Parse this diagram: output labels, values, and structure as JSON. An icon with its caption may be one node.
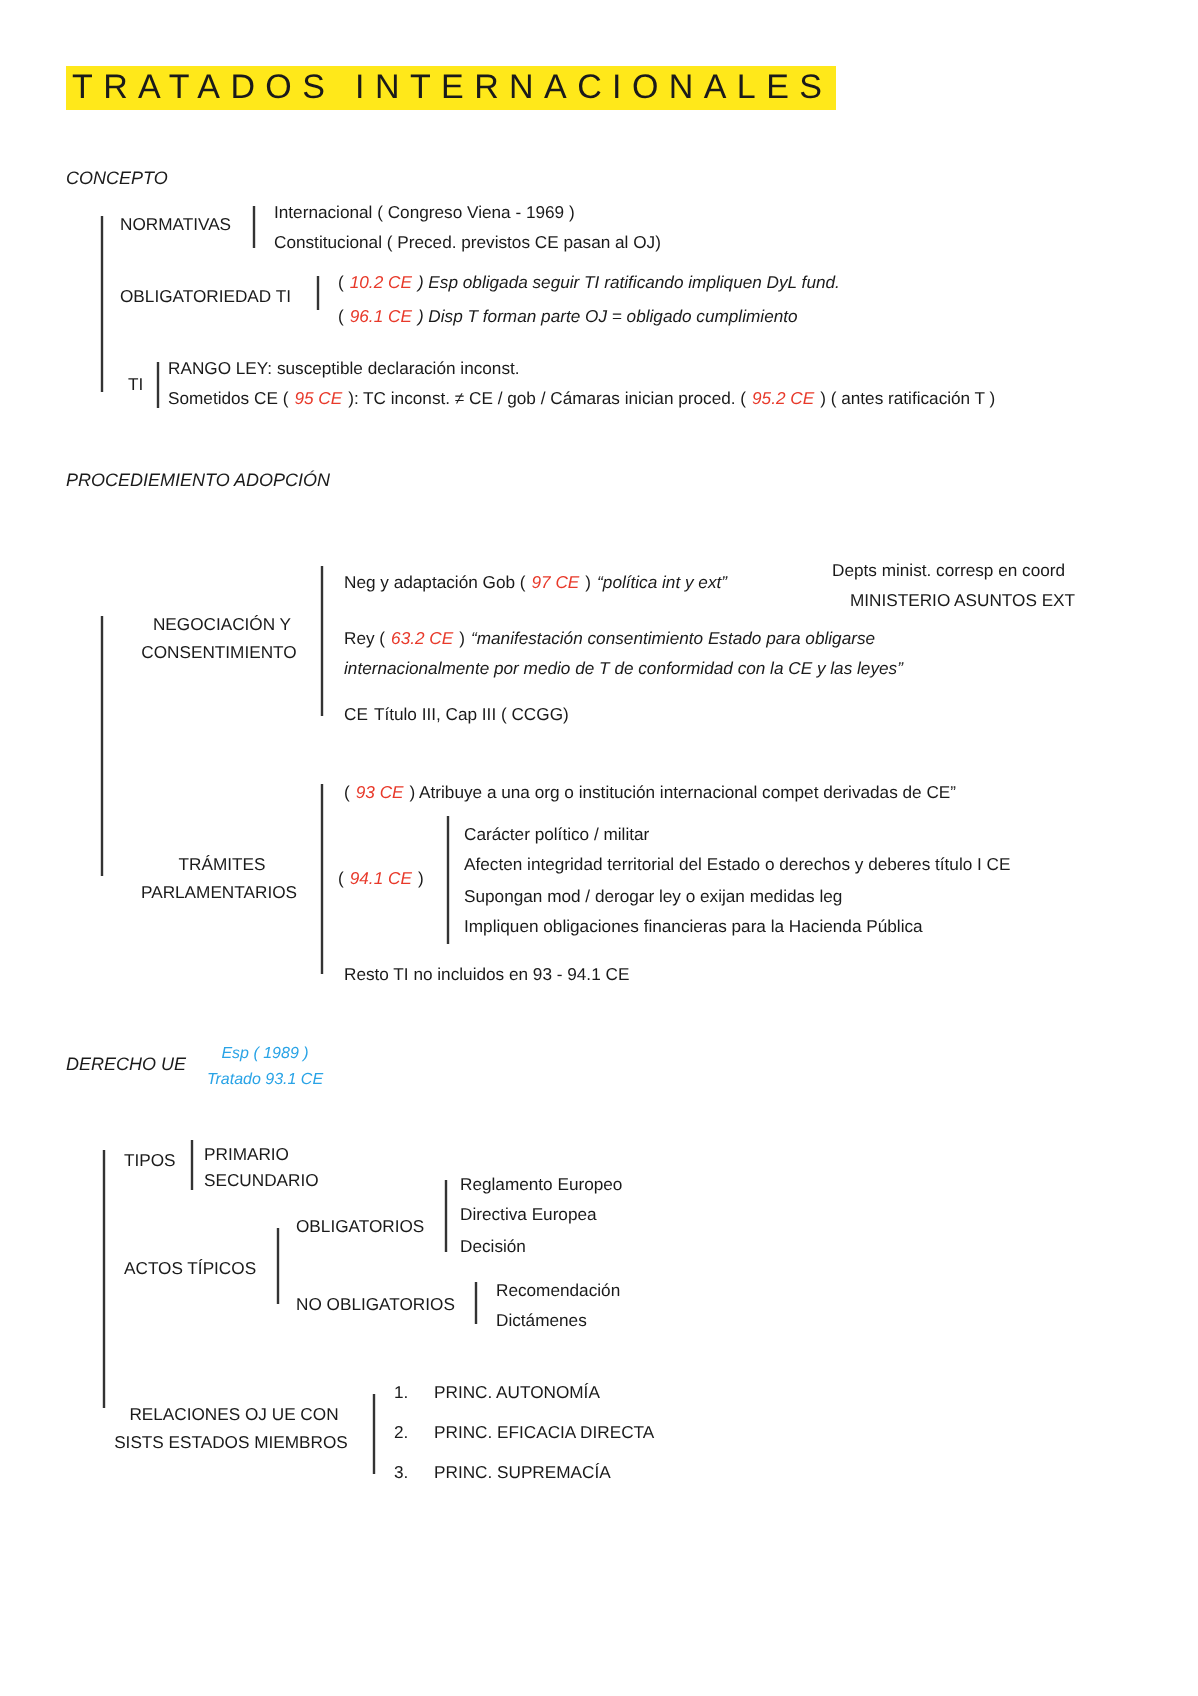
{
  "diagram": {
    "title": "TRATADOS INTERNACIONALES",
    "labels": [
      "CONCEPTO",
      "NORMATIVAS",
      "Internacional ( Congreso Viena - 1969 )",
      "Constitucional ( Preced. previstos CE pasan al OJ)",
      "OBLIGATORIEDAD TI",
      "(",
      "10.2 CE",
      ") Esp obligada seguir TI ratificando impliquen DyL fund.",
      "(",
      "96.1 CE",
      ") Disp T forman parte OJ = obligado cumplimiento",
      "TI",
      "RANGO LEY: susceptible declaración inconst.",
      "Sometidos CE (",
      "95 CE",
      "): TC inconst. ≠ CE / gob / Cámaras inician proced. (",
      "95.2 CE",
      ") ( antes ratificación T )",
      "PROCEDIEMIENTO ADOPCIÓN",
      "Neg y adaptación Gob (",
      "97 CE",
      ")",
      "“política int y ext”",
      "Depts minist. corresp en coord",
      "MINISTERIO ASUNTOS EXT",
      "NEGOCIACIÓN Y CONSENTIMIENTO",
      "Rey (",
      "63.2 CE",
      ")",
      "“manifestación consentimiento Estado para obligarse internacionalmente por medio de T de conformidad con la CE y las leyes”",
      "CE",
      "Título III, Cap III ( CCGG)",
      "(",
      "93 CE",
      ") Atribuye a una org o institución internacional compet derivadas de CE”",
      "TRÁMITES PARLAMENTARIOS",
      "(",
      "94.1 CE",
      ")",
      "Carácter político / militar",
      "Afecten integridad territorial del Estado o derechos y deberes título I CE",
      "Supongan mod / derogar ley o exijan medidas leg",
      "Impliquen obligaciones financieras para la Hacienda Pública",
      "Resto TI no incluidos en 93 - 94.1 CE",
      "DERECHO UE",
      "Esp ( 1989 )",
      "Tratado 93.1 CE",
      "TIPOS",
      "PRIMARIO",
      "SECUNDARIO",
      "OBLIGATORIOS",
      "Reglamento Europeo",
      "Directiva Europea",
      "Decisión",
      "ACTOS TÍPICOS",
      "NO OBLIGATORIOS",
      "Recomendación",
      "Dictámenes",
      "RELACIONES OJ UE CON SISTS ESTADOS MIEMBROS",
      "1.",
      "PRINC. AUTONOMÍA",
      "2.",
      "PRINC. EFICACIA DIRECTA",
      "3.",
      "PRINC. SUPREMACÍA"
    ]
  }
}
